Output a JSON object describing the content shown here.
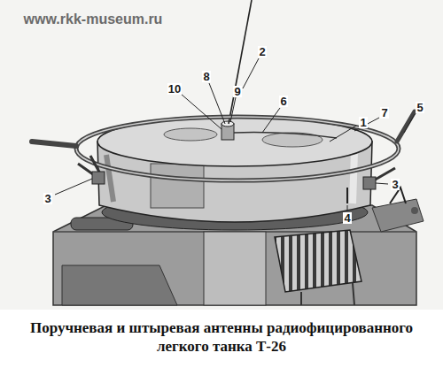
{
  "diagram": {
    "caption": "Поручневая и штыревая антенны радиофицированного легкого танка Т-26",
    "labels": [
      "www.rkk-museum.ru",
      "2",
      "10",
      "8",
      "9",
      "6",
      "1",
      "7",
      "5",
      "3",
      "3",
      "4"
    ]
  }
}
